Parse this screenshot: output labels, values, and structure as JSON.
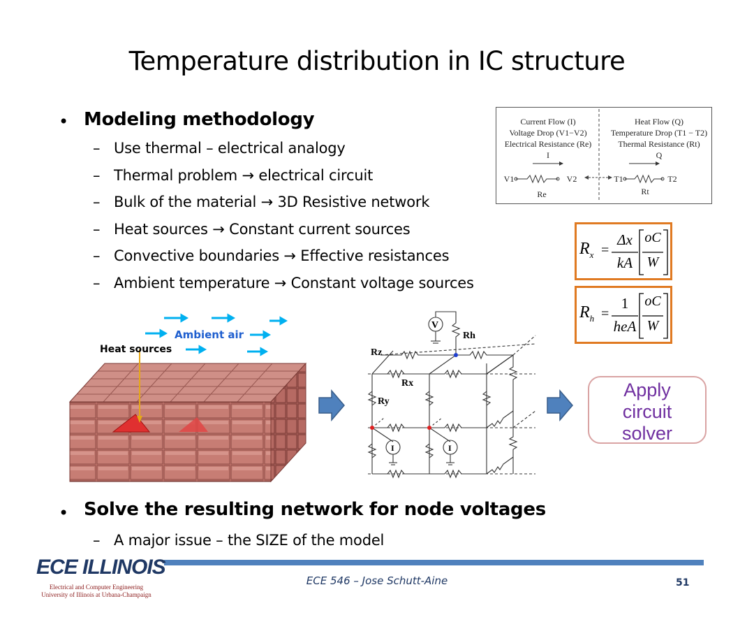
{
  "slide": {
    "title": "Temperature distribution in IC structure",
    "bullet1": {
      "marker": "•",
      "heading": "Modeling methodology",
      "dash": "–",
      "items": [
        "Use thermal – electrical analogy",
        "Thermal problem → electrical circuit",
        "Bulk of the material → 3D Resistive network",
        "Heat sources → Constant current sources",
        "Convective boundaries → Effective resistances",
        "Ambient temperature → Constant voltage sources"
      ]
    },
    "bullet2": {
      "marker": "•",
      "heading": "Solve the resulting network for node voltages",
      "dash": "–",
      "items": [
        "A major issue – the SIZE of the model"
      ]
    }
  },
  "analogy_table": {
    "left": [
      "Current Flow (I)",
      "Voltage Drop (V1−V2)",
      "Electrical Resistance (Re)",
      "I",
      "V1",
      "V2",
      "Re"
    ],
    "right": [
      "Heat Flow (Q)",
      "Temperature Drop (T1 − T2)",
      "Thermal Resistance (Rt)",
      "Q",
      "T1",
      "T2",
      "Rt"
    ]
  },
  "equations": {
    "rx": {
      "lhs": "R",
      "sub": "x",
      "num": "Δx",
      "den": "kA",
      "unit_num": "oC",
      "unit_den": "W"
    },
    "rh": {
      "lhs": "R",
      "sub": "h",
      "num": "1",
      "den": "heA",
      "unit_num": "oC",
      "unit_den": "W"
    }
  },
  "block_diagram": {
    "ambient_label": "Ambient air",
    "heat_label": "Heat sources"
  },
  "network": {
    "labels": [
      "V",
      "Rh",
      "Rz",
      "Rx",
      "Ry",
      "I",
      "I"
    ]
  },
  "apply_box": {
    "line1": "Apply",
    "line2": "circuit",
    "line3": "solver"
  },
  "footer": {
    "logo": "ECE ILLINOIS",
    "logo_sub1": "Electrical and Computer Engineering",
    "logo_sub2": "University of Illinois at Urbana-Champaign",
    "center": "ECE 546 – Jose Schutt-Aine",
    "page": "51"
  },
  "colors": {
    "brick": "#c97b72",
    "arrow_blue": "#00b0f0",
    "block_arrow": "#4f81bd",
    "equation_border": "#e07a22",
    "apply_text": "#7030a0",
    "footer_bar": "#4f81bd"
  }
}
